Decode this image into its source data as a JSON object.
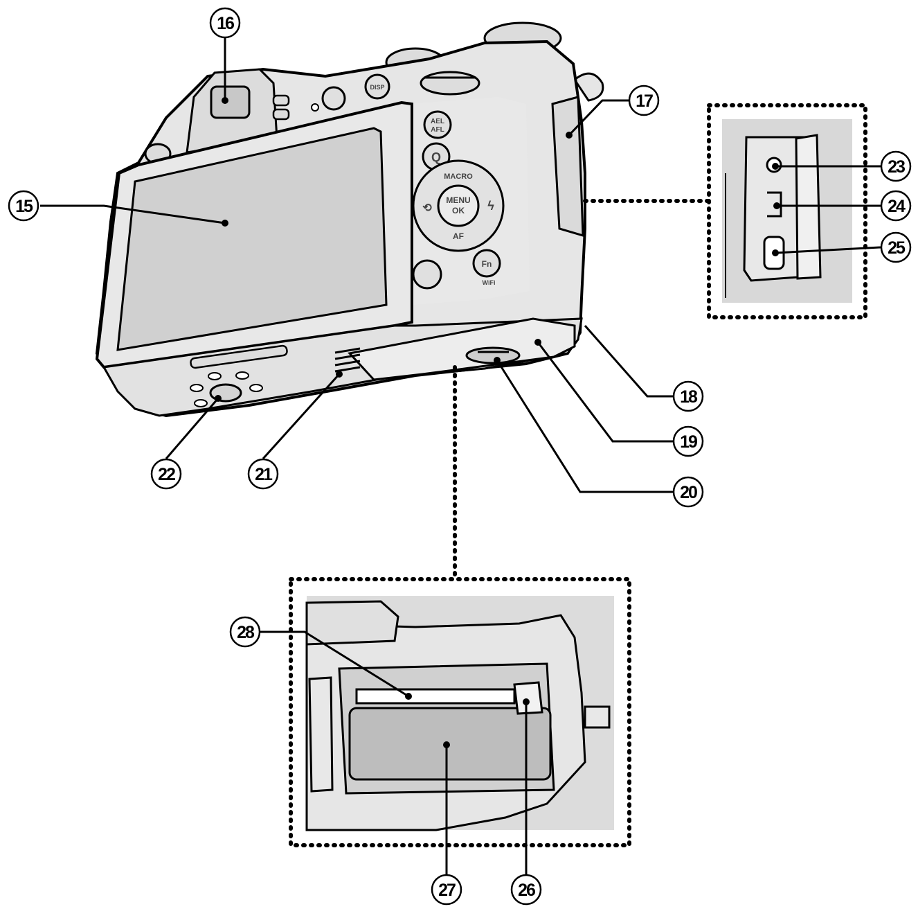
{
  "figure": {
    "colors": {
      "camera_fill": "#e6e6e6",
      "panel_fill": "#d4d4d4",
      "screen_fill": "#c8c8c8",
      "battery_fill": "#bdbdbd",
      "outline": "#000000"
    }
  },
  "camera_buttons": {
    "ael_afl_line1": "AEL",
    "ael_afl_line2": "AFL",
    "q": "Q",
    "macro": "MACRO",
    "menu": "MENU",
    "ok": "OK",
    "af": "AF",
    "fn": "Fn",
    "wifi": "WiFi",
    "disp": "DISP",
    "self_timer_symbol": "⟲",
    "flash_symbol": "ϟ"
  },
  "callouts": {
    "c15": "15",
    "c16": "16",
    "c17": "17",
    "c18": "18",
    "c19": "19",
    "c20": "20",
    "c21": "21",
    "c22": "22",
    "c23": "23",
    "c24": "24",
    "c25": "25",
    "c26": "26",
    "c27": "27",
    "c28": "28"
  }
}
